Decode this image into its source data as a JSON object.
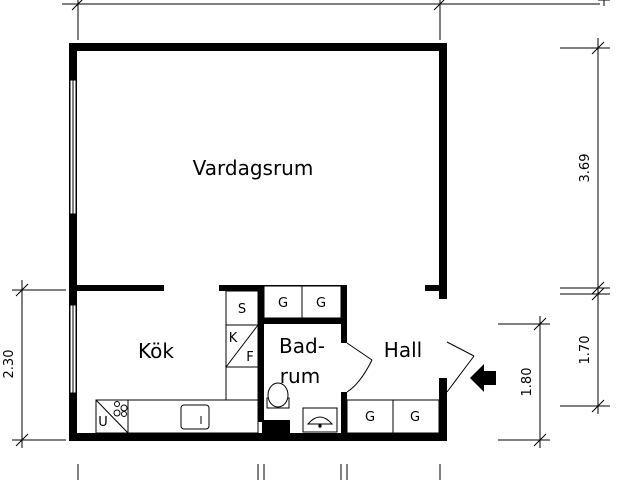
{
  "plan": {
    "rooms": {
      "living": "Vardagsrum",
      "kitchen": "Kök",
      "bath_line1": "Bad-",
      "bath_line2": "rum",
      "hall": "Hall"
    },
    "fixtures": {
      "storage": "S",
      "fridge": "K",
      "freezer": "F",
      "oven": "U",
      "wardrobe": "G"
    },
    "dimensions": {
      "upper_right": "3.69",
      "lower_right": "1.70",
      "hall_depth": "1.80",
      "kitchen_depth": "2.30"
    }
  }
}
